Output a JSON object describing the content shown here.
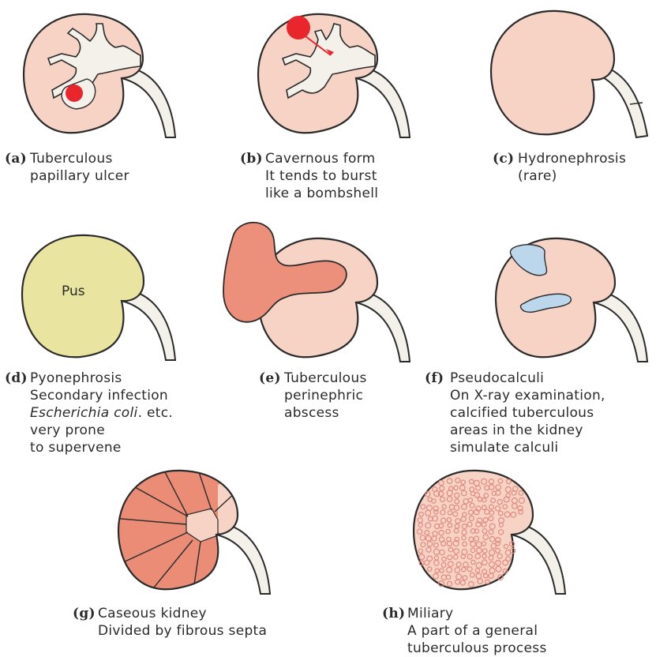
{
  "colors": {
    "kidney": "#f7d3c5",
    "outline": "#2b2b2b",
    "pelvis": "#f3f1ea",
    "lesion": "#e8262c",
    "pus": "#e9e49f",
    "abscess": "#ed907b",
    "calculi": "#bcd6ec",
    "caseous": "#ea8c76",
    "miliary_dot": "#e08a80"
  },
  "panels": {
    "a": {
      "letter": "(a)",
      "lines": [
        "Tuberculous",
        "papillary ulcer"
      ]
    },
    "b": {
      "letter": "(b)",
      "lines": [
        "Cavernous form",
        "It tends to burst",
        "like a bombshell"
      ]
    },
    "c": {
      "letter": "(c)",
      "lines": [
        "Hydronephrosis",
        "(rare)"
      ]
    },
    "d": {
      "letter": "(d)",
      "lines": [
        "Pyonephrosis",
        "Secondary infection"
      ],
      "italic": "Escherichia coli",
      "italic_tail": ". etc.",
      "more": [
        "very prone",
        "to supervene"
      ],
      "label": "Pus"
    },
    "e": {
      "letter": "(e)",
      "lines": [
        "Tuberculous",
        "perinephric",
        "abscess"
      ]
    },
    "f": {
      "letter": "(f)",
      "lines": [
        "Pseudocalculi",
        "On X-ray examination,",
        "calcified tuberculous",
        "areas in the kidney",
        "simulate calculi"
      ]
    },
    "g": {
      "letter": "(g)",
      "lines": [
        "Caseous kidney",
        "Divided by fibrous septa"
      ]
    },
    "h": {
      "letter": "(h)",
      "lines": [
        "Miliary",
        "A part of a general",
        "tuberculous process"
      ]
    }
  }
}
